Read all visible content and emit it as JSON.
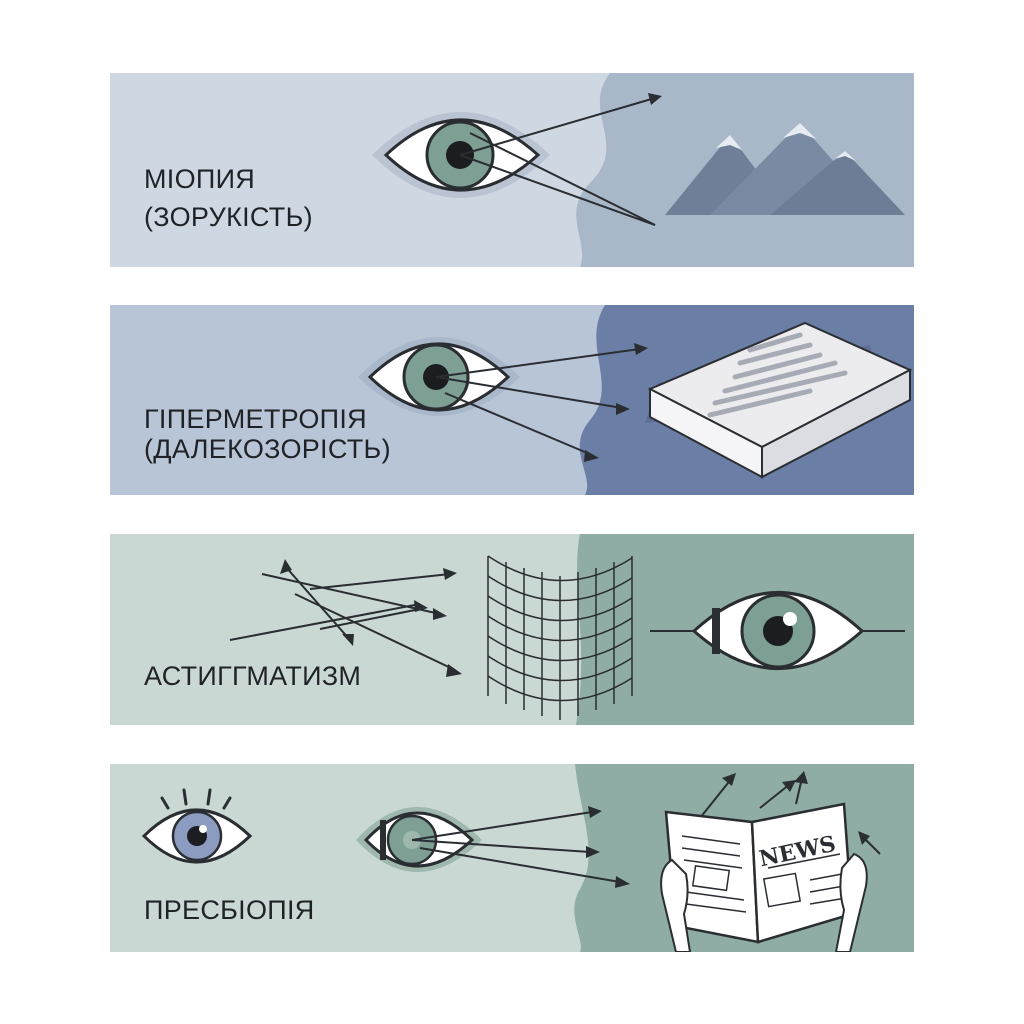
{
  "panels": [
    {
      "id": "myopia",
      "line1": "МІОПИЯ",
      "line2": "(ЗОРУКІСТЬ)"
    },
    {
      "id": "hyperopia",
      "line1": "ГІПЕРМЕТРОПІЯ",
      "line2": "(ДАЛЕКОЗОРІСТЬ)"
    },
    {
      "id": "astigmatism",
      "line1": "АСТИГГМАТИЗМ"
    },
    {
      "id": "presbyopia",
      "line1": "ПРЕСБІОПІЯ",
      "newspaper_text": "NEWS"
    }
  ],
  "colors": {
    "myopia_left": "#cfd7e2",
    "myopia_right": "#a9b8c8",
    "hyperopia_left": "#b8c5d6",
    "hyperopia_right": "#6b7fa6",
    "astig_left": "#c9d8d3",
    "astig_right": "#8fada4",
    "presb_left": "#c9d8d3",
    "presb_right": "#8fada4",
    "iris": "#7e9f94",
    "outline": "#2a2d31"
  },
  "icons": [
    "eye-icon",
    "mountains-icon",
    "book-icon",
    "grid-icon",
    "newspaper-icon"
  ]
}
